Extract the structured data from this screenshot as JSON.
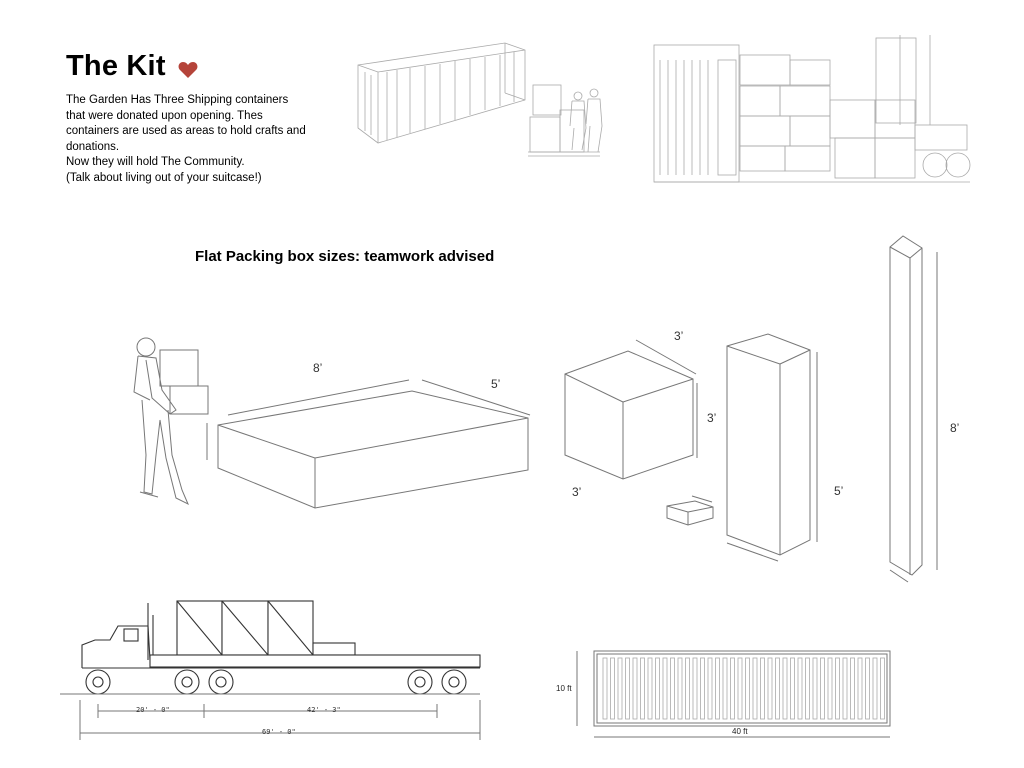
{
  "header": {
    "title": "The Kit",
    "intro_lines": [
      "The Garden Has Three Shipping containers",
      "that were donated upon opening. Thes",
      "containers are used as areas to hold crafts and",
      "donations.",
      "Now they will hold The Community.",
      "(Talk about living out of your suitcase!)"
    ],
    "heart_icon": "heart-icon",
    "heart_color": "#b5443a"
  },
  "boxes": {
    "subtitle": "Flat Packing box sizes: teamwork advised",
    "flat_box": {
      "length": "8’",
      "width": "5’"
    },
    "cube_box": {
      "top": "3’",
      "side": "3’",
      "front": "3’"
    },
    "tall_box": {
      "height": "5’"
    },
    "pole_box": {
      "height": "8’"
    }
  },
  "truck": {
    "dim_front": "20' - 0\"",
    "dim_trailer": "42' - 3\"",
    "dim_total": "69' - 0\""
  },
  "container": {
    "height": "10 ft",
    "length": "40 ft"
  }
}
